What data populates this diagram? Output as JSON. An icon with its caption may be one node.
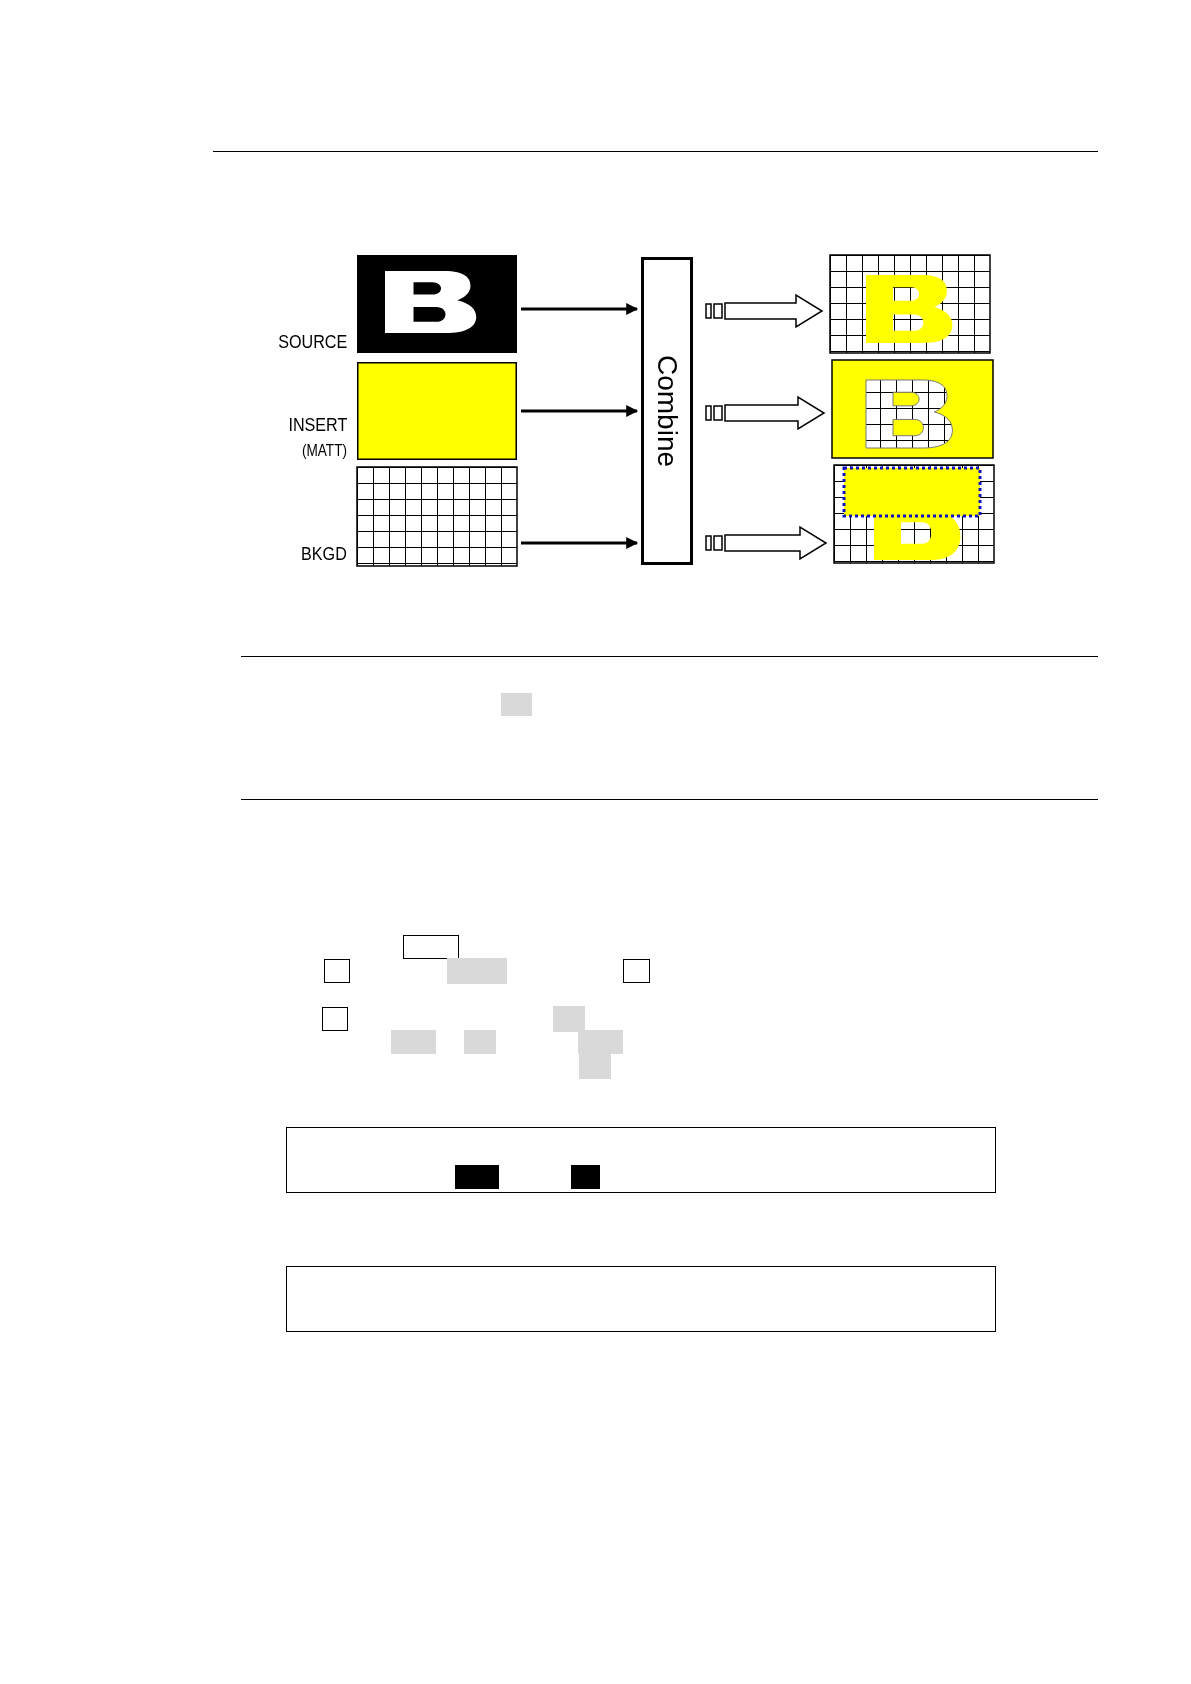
{
  "diagram": {
    "nodes": [
      {
        "text": [],
        "shape": "picture",
        "beside": [
          "SOURCE"
        ]
      },
      {
        "text": [],
        "shape": "box",
        "beside": [
          "INSERT",
          "(MATT)"
        ]
      },
      {
        "text": [],
        "shape": "box",
        "beside": [
          "BKGD"
        ]
      },
      {
        "text": [
          "Combine"
        ]
      },
      {
        "text": [],
        "shape": "picture"
      },
      {
        "text": [],
        "shape": "picture"
      },
      {
        "text": [],
        "shape": "picture"
      }
    ],
    "edges": [
      {
        "from": 0,
        "to": 3,
        "arrow": "to"
      },
      {
        "from": 1,
        "to": 3,
        "arrow": "to"
      },
      {
        "from": 2,
        "to": 3,
        "arrow": "to"
      },
      {
        "from": 3,
        "to": 4,
        "arrow": "to",
        "style": "thick"
      },
      {
        "from": 3,
        "to": 5,
        "arrow": "to",
        "style": "thick"
      },
      {
        "from": 3,
        "to": 6,
        "arrow": "to",
        "style": "thick"
      }
    ]
  }
}
